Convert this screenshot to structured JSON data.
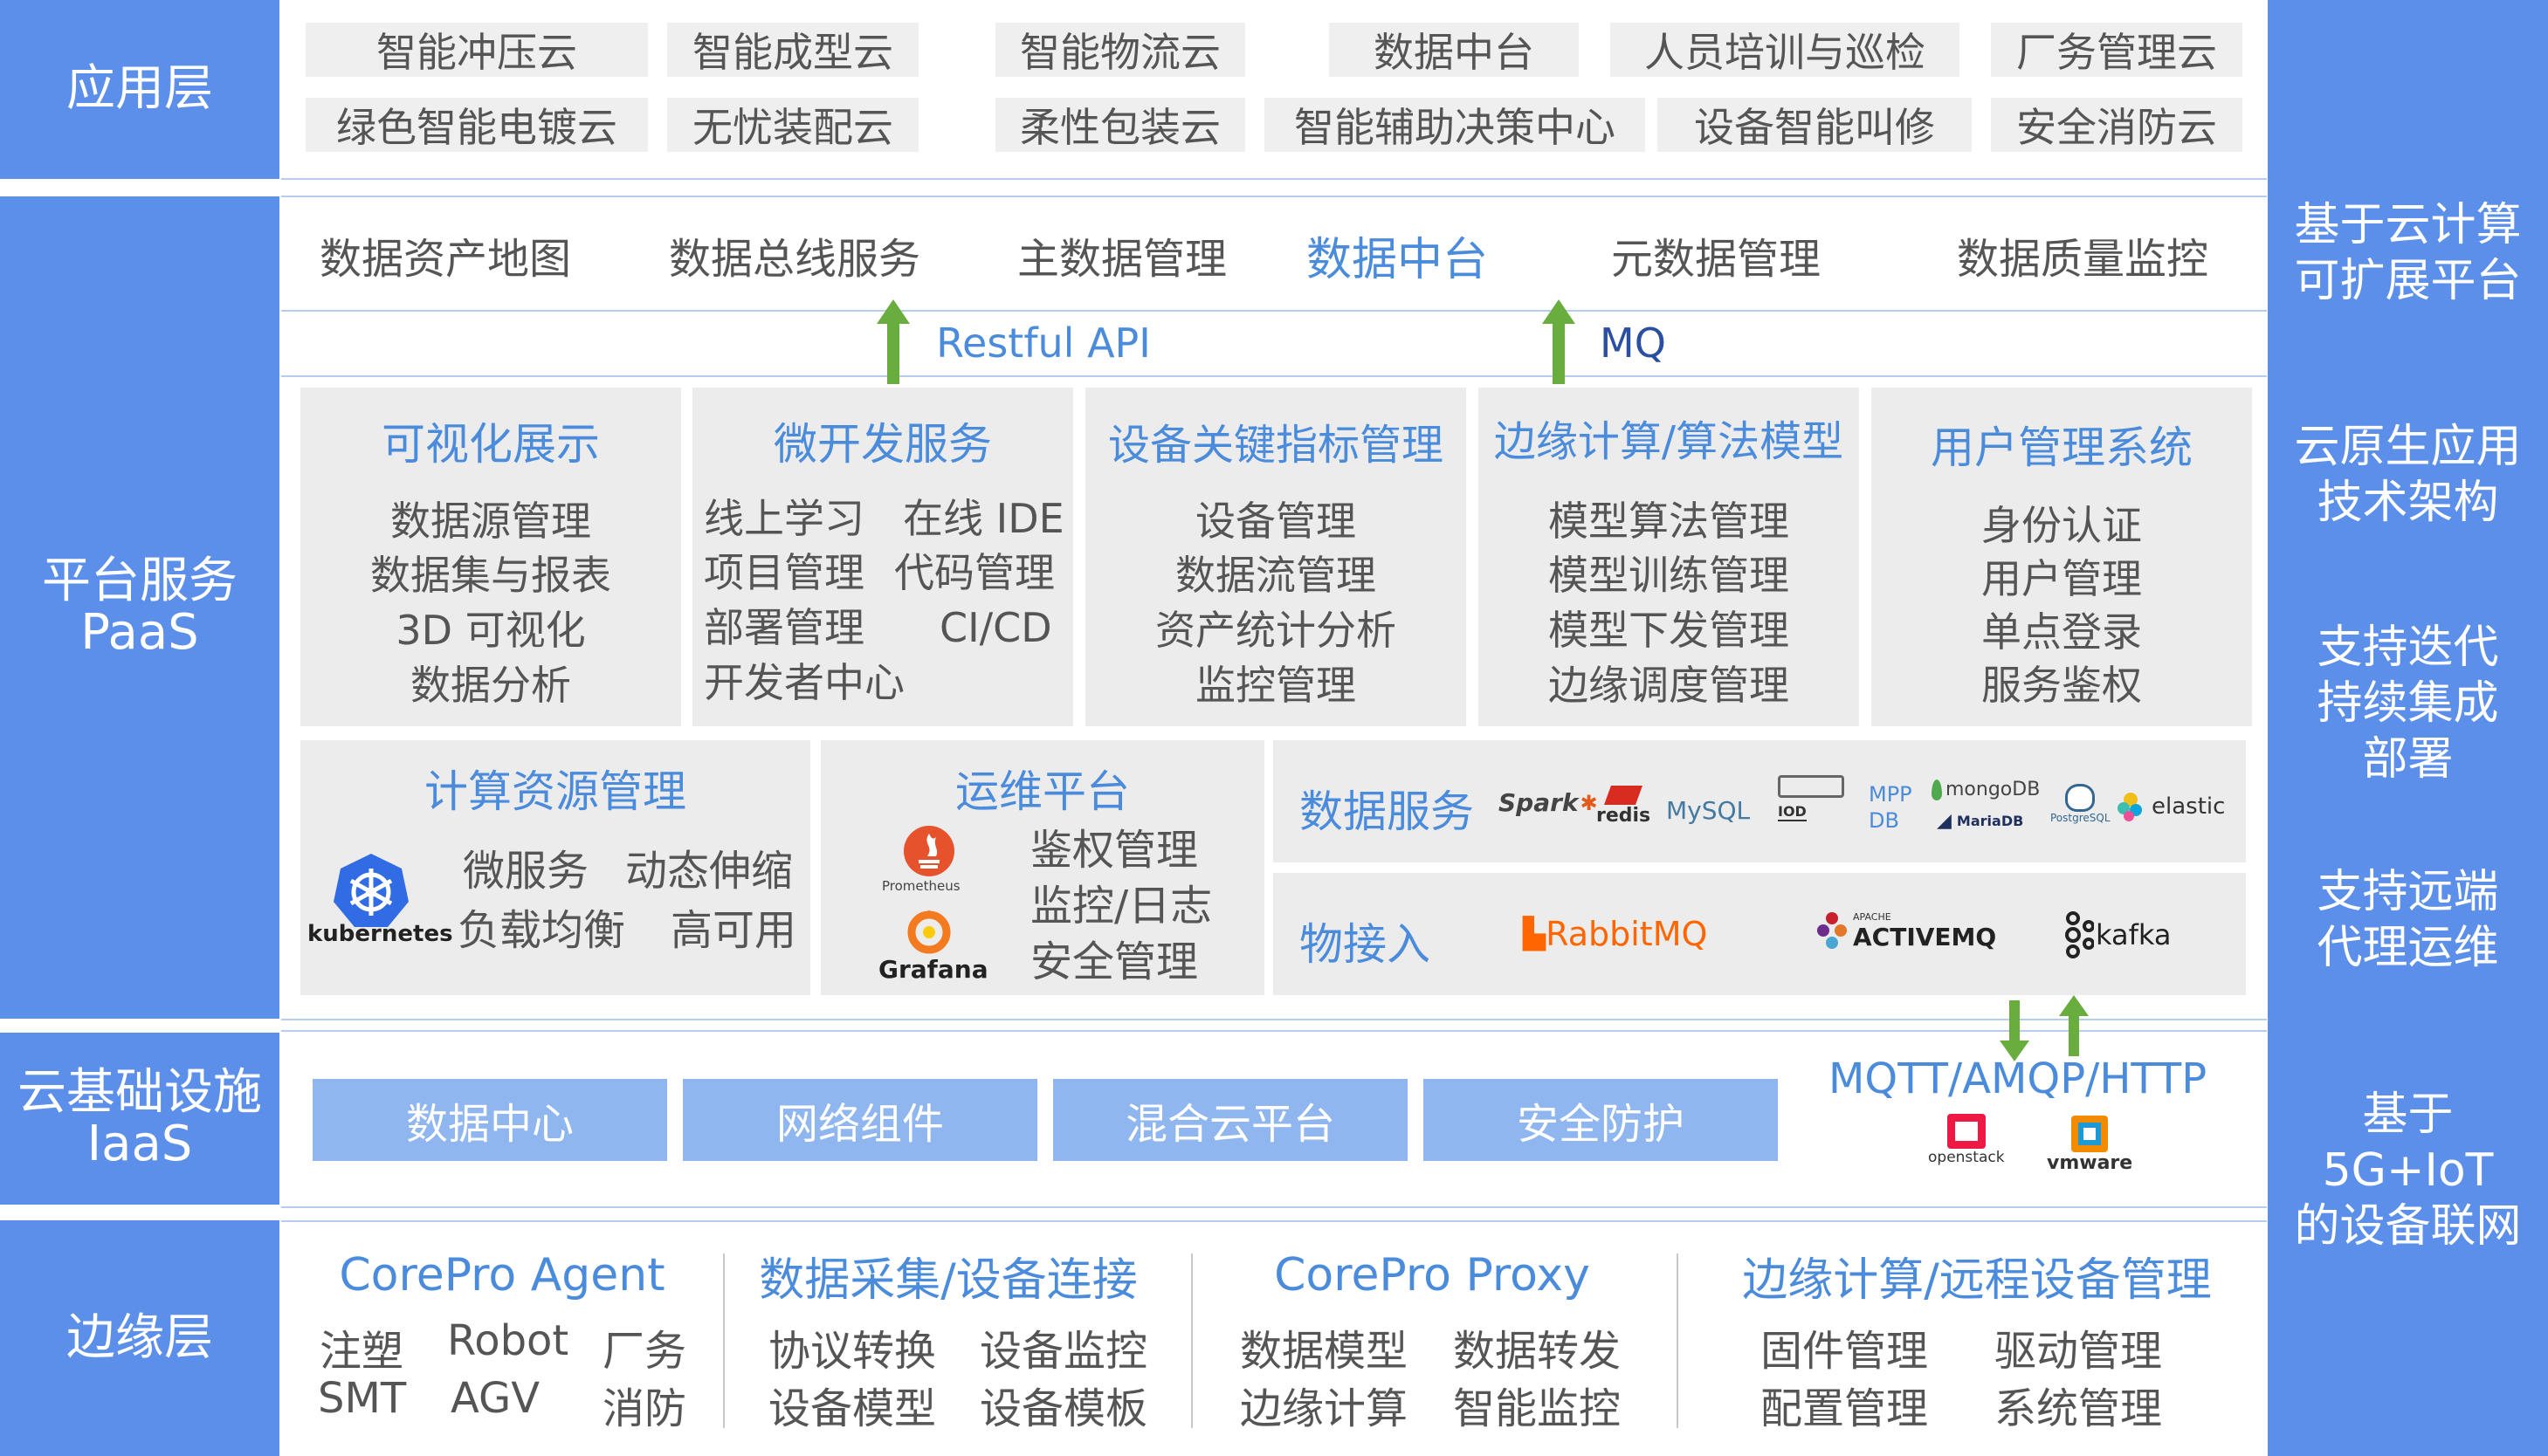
{
  "layers": {
    "application": "应用层",
    "paas_line1": "平台服务",
    "paas_line2": "PaaS",
    "iaas_line1": "云基础设施",
    "iaas_line2": "IaaS",
    "edge": "边缘层"
  },
  "features": {
    "f1_l1": "基于云计算",
    "f1_l2": "可扩展平台",
    "f2_l1": "云原生应用",
    "f2_l2": "技术架构",
    "f3_l1": "支持迭代",
    "f3_l2": "持续集成",
    "f3_l3": "部署",
    "f4_l1": "支持远端",
    "f4_l2": "代理运维",
    "f5_l1": "基于",
    "f5_l2": "5G+IoT",
    "f5_l3": "的设备联网"
  },
  "apps": [
    "智能冲压云",
    "智能成型云",
    "智能物流云",
    "数据中台",
    "人员培训与巡检",
    "厂务管理云",
    "绿色智能电镀云",
    "无忧装配云",
    "柔性包装云",
    "智能辅助决策中心",
    "设备智能叫修",
    "安全消防云"
  ],
  "datacenter": {
    "items": [
      "数据资产地图",
      "数据总线服务",
      "主数据管理",
      "数据中台",
      "元数据管理",
      "数据质量监控"
    ],
    "restful": "Restful API",
    "mq": "MQ"
  },
  "modules": {
    "vis": {
      "title": "可视化展示",
      "items": [
        "数据源管理",
        "数据集与报表",
        "3D 可视化",
        "数据分析"
      ]
    },
    "micro": {
      "title": "微开发服务",
      "items": [
        "线上学习",
        "在线 IDE",
        "项目管理",
        "代码管理",
        "部署管理",
        "CI/CD",
        "开发者中心"
      ]
    },
    "kpi": {
      "title": "设备关键指标管理",
      "items": [
        "设备管理",
        "数据流管理",
        "资产统计分析",
        "监控管理"
      ]
    },
    "edgecalc": {
      "title": "边缘计算/算法模型",
      "items": [
        "模型算法管理",
        "模型训练管理",
        "模型下发管理",
        "边缘调度管理"
      ]
    },
    "user": {
      "title": "用户管理系统",
      "items": [
        "身份认证",
        "用户管理",
        "单点登录",
        "服务鉴权"
      ]
    }
  },
  "compute": {
    "title": "计算资源管理",
    "items": [
      "微服务",
      "动态伸缩",
      "负载均衡",
      "高可用"
    ],
    "logo": "kubernetes"
  },
  "ops": {
    "title": "运维平台",
    "items": [
      "鉴权管理",
      "监控/日志",
      "安全管理"
    ],
    "logo1": "Prometheus",
    "logo2": "Grafana"
  },
  "dataservice": {
    "title": "数据服务",
    "logos": [
      "Spark",
      "redis",
      "MySQL",
      "IOD",
      "MPP",
      "DB",
      "mongoDB",
      "MariaDB",
      "PostgreSQL",
      "elastic"
    ]
  },
  "iot": {
    "title": "物接入",
    "logos": [
      "RabbitMQ",
      "APACHE",
      "ACTIVEMQ",
      "kafka"
    ]
  },
  "iaas": {
    "items": [
      "数据中心",
      "网络组件",
      "混合云平台",
      "安全防护"
    ],
    "protocols": "MQTT/AMQP/HTTP",
    "logo1": "openstack",
    "logo2": "vmware"
  },
  "edge": {
    "agent": {
      "title": "CorePro Agent",
      "items": [
        "注塑",
        "Robot",
        "厂务",
        "SMT",
        "AGV",
        "消防"
      ]
    },
    "collect": {
      "title": "数据采集/设备连接",
      "items": [
        "协议转换",
        "设备监控",
        "设备模型",
        "设备模板"
      ]
    },
    "proxy": {
      "title": "CorePro Proxy",
      "items": [
        "数据模型",
        "数据转发",
        "边缘计算",
        "智能监控"
      ]
    },
    "remote": {
      "title": "边缘计算/远程设备管理",
      "items": [
        "固件管理",
        "驱动管理",
        "配置管理",
        "系统管理"
      ]
    }
  },
  "colors": {
    "band": "#5b8fea",
    "title_blue": "#4a8bdc",
    "arrow_green": "#6aad3f",
    "chip": "#efefef"
  }
}
